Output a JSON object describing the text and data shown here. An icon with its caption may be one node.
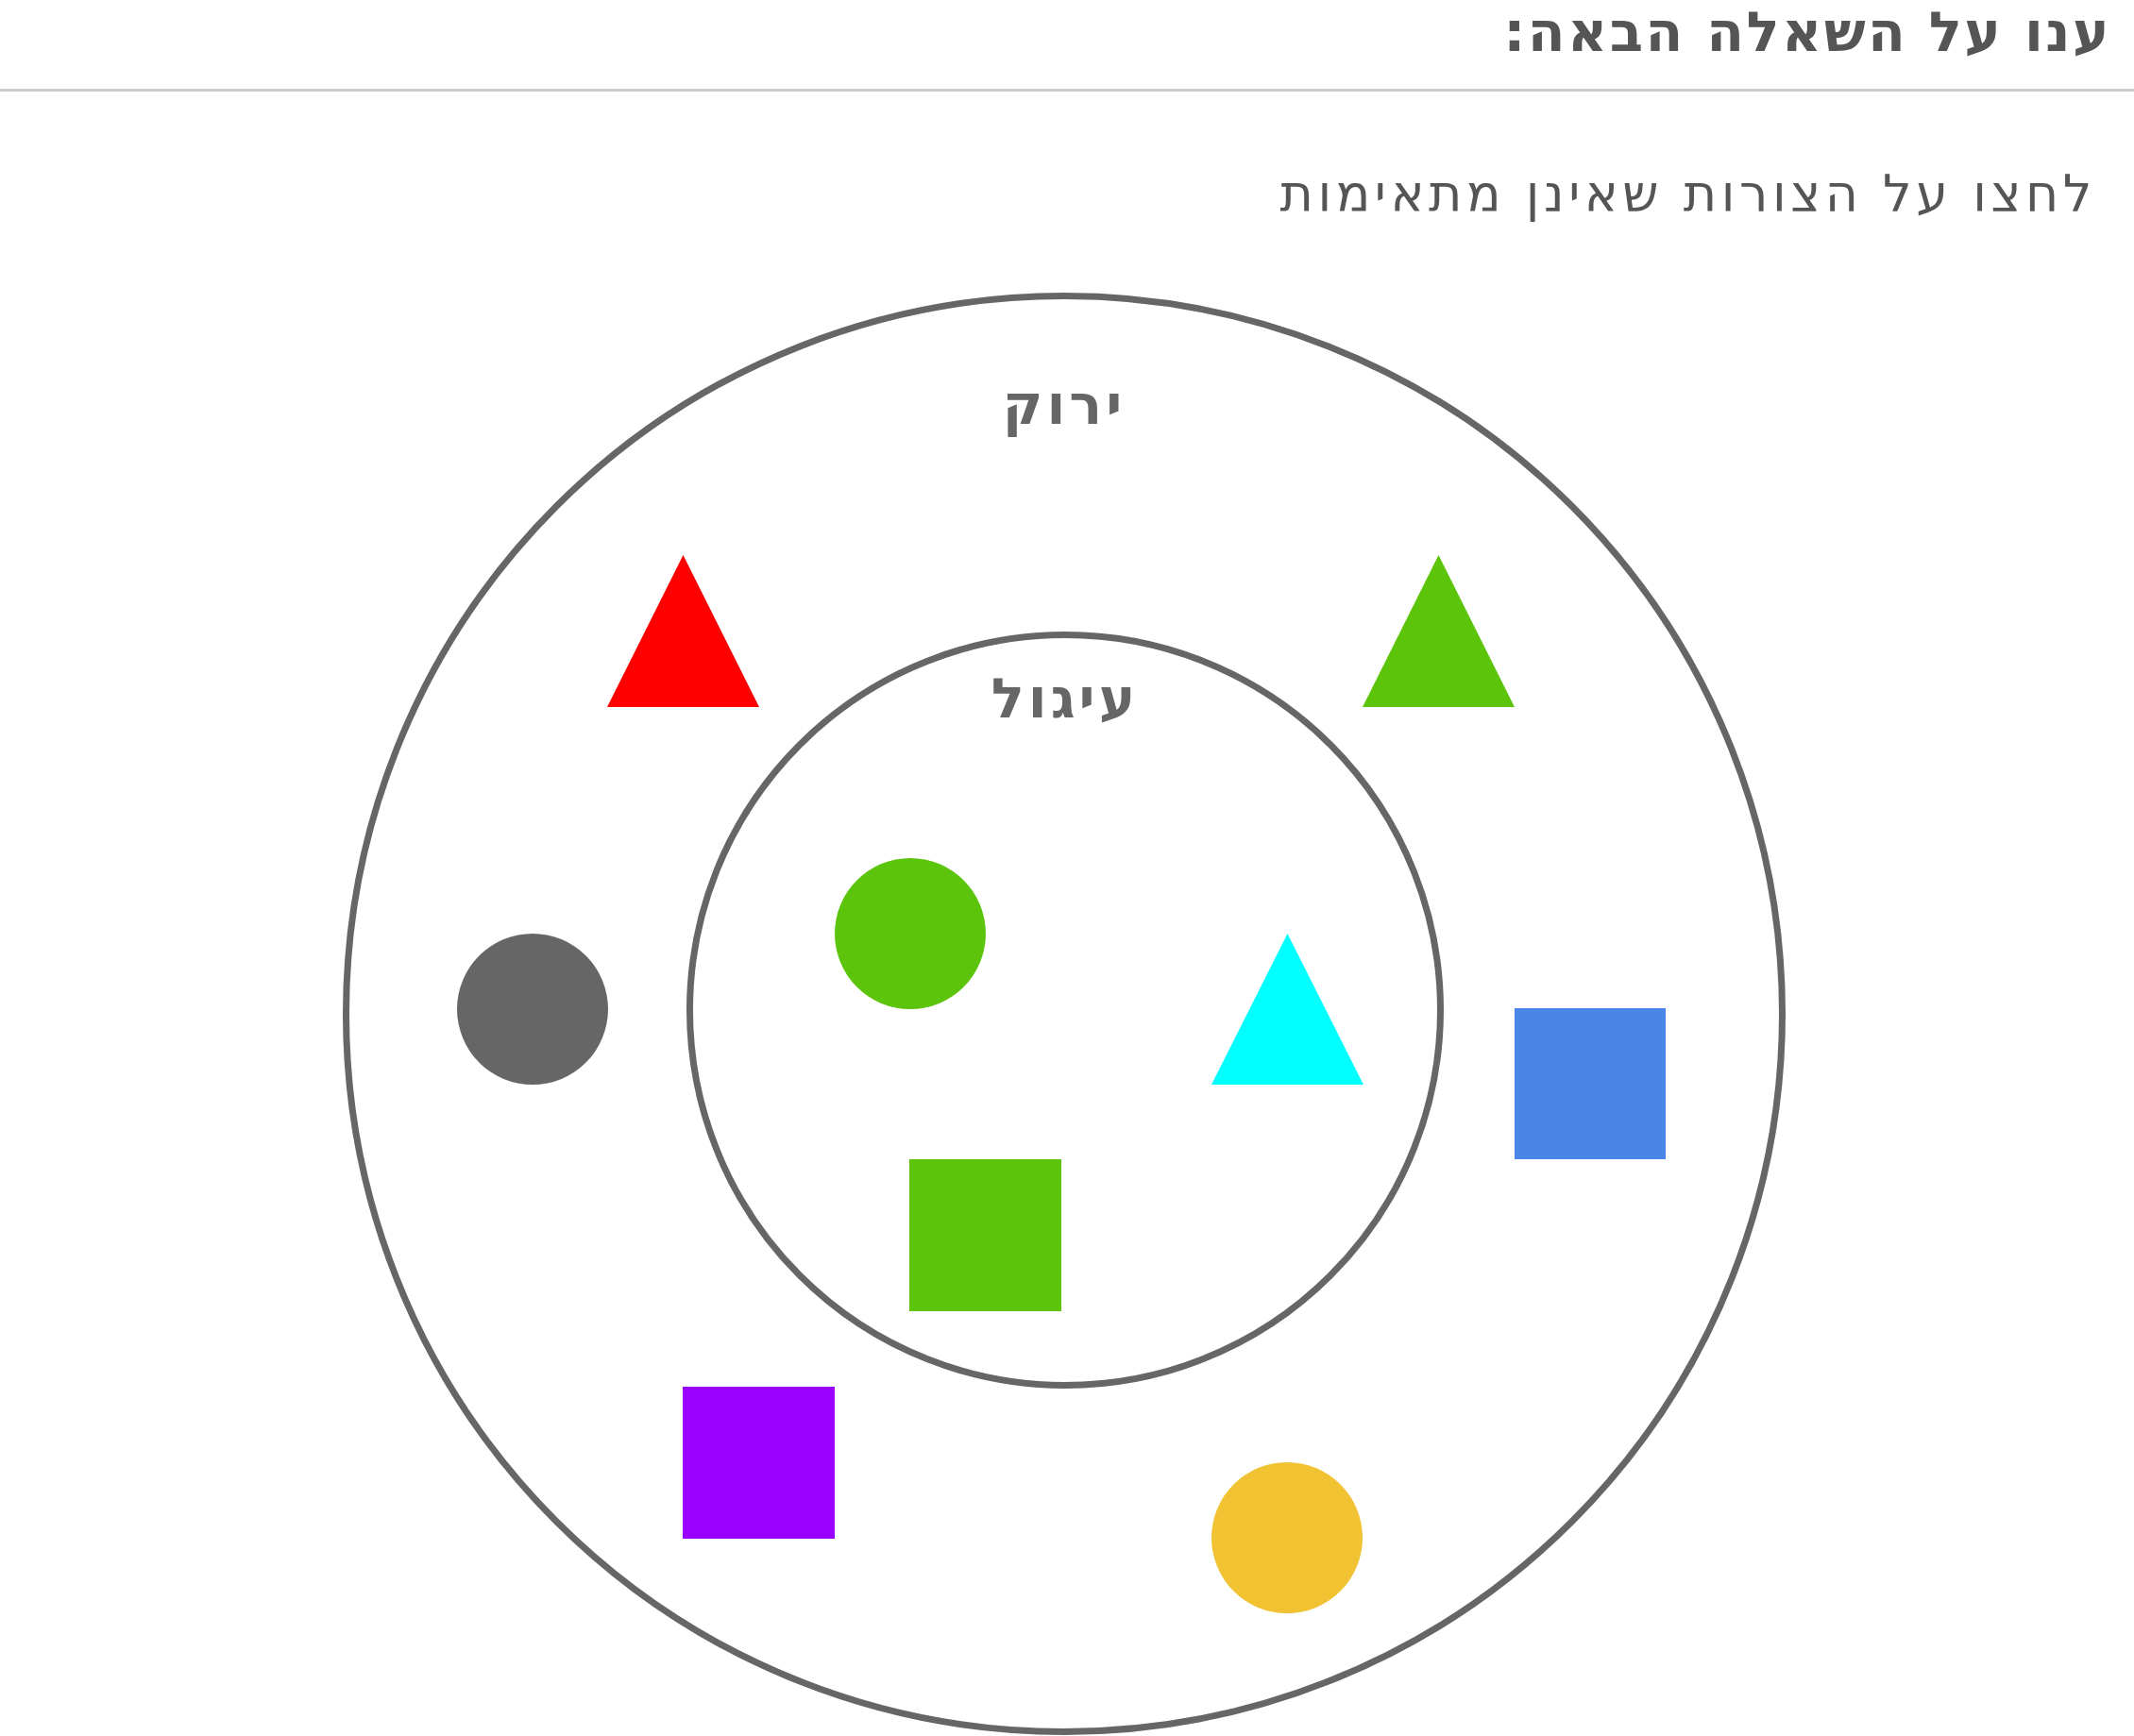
{
  "diagram": {
    "title": "ענו על השאלה הבאה:",
    "nodes": [
      {
        "text": [
          "ירוק"
        ]
      },
      {
        "text": [],
        "shape": "triangle",
        "in": 0
      },
      {
        "text": [],
        "shape": "triangle",
        "in": 0
      },
      {
        "text": [
          "עיגול"
        ],
        "in": 0
      },
      {
        "text": [],
        "shape": "circle",
        "in": 3
      },
      {
        "text": [],
        "shape": "triangle",
        "in": 3
      },
      {
        "text": [],
        "shape": "circle",
        "in": 0
      },
      {
        "text": [],
        "shape": "square",
        "in": 0
      },
      {
        "text": [],
        "shape": "square",
        "in": 3
      },
      {
        "text": [],
        "shape": "square",
        "in": 0
      },
      {
        "text": [],
        "shape": "circle",
        "in": 0
      }
    ],
    "labels": [
      "לחצו על הצורות שאינן מתאימות"
    ]
  }
}
